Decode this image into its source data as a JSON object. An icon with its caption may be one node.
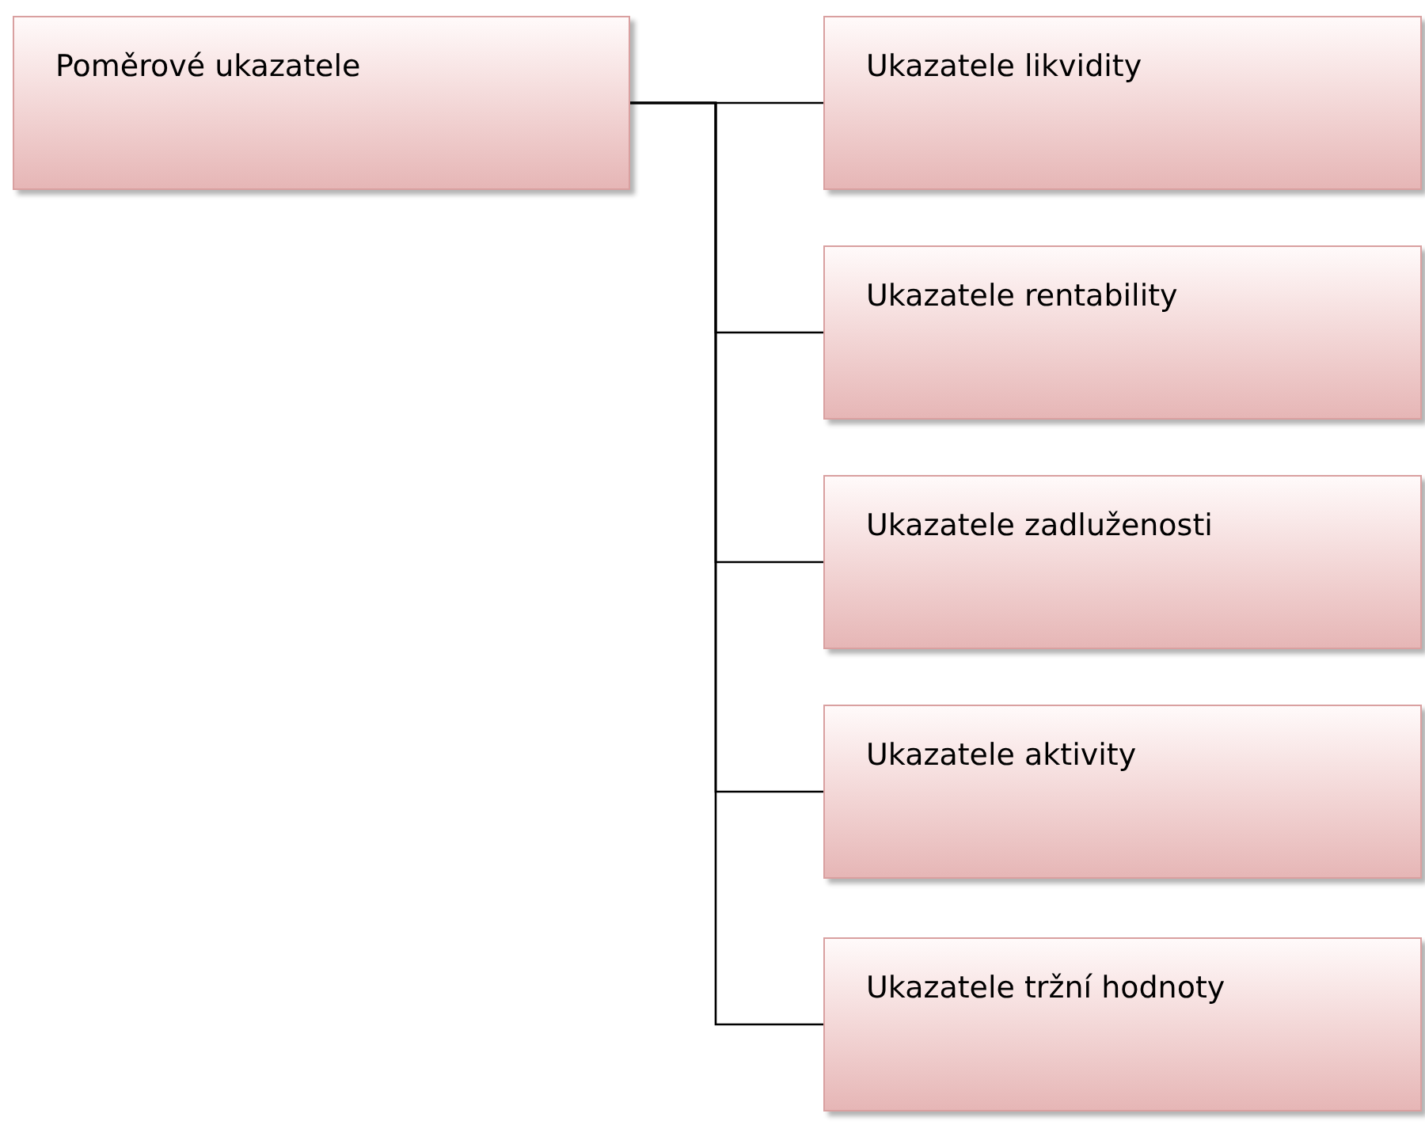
{
  "diagram": {
    "nodes": [
      {
        "text": [
          "Poměrové ukazatele"
        ]
      },
      {
        "text": [
          "Ukazatele likvidity"
        ]
      },
      {
        "text": [
          "Ukazatele rentability"
        ]
      },
      {
        "text": [
          "Ukazatele zadluženosti"
        ]
      },
      {
        "text": [
          "Ukazatele aktivity"
        ]
      },
      {
        "text": [
          "Ukazatele tržní hodnoty"
        ]
      }
    ],
    "edges": [
      {
        "from": 0,
        "to": 1,
        "arrow": "none"
      },
      {
        "from": 0,
        "to": 2,
        "arrow": "none"
      },
      {
        "from": 0,
        "to": 3,
        "arrow": "none"
      },
      {
        "from": 0,
        "to": 4,
        "arrow": "none"
      },
      {
        "from": 0,
        "to": 5,
        "arrow": "none"
      }
    ]
  }
}
